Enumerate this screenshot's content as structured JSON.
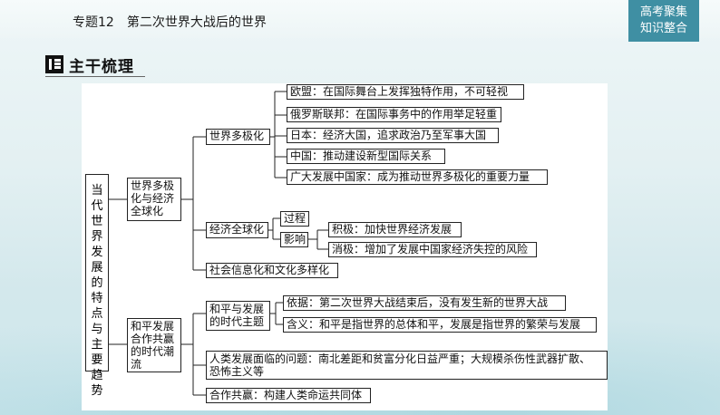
{
  "header": {
    "topic": "专题12　第二次世界大战后的世界",
    "badge_line1": "高考聚集",
    "badge_line2": "知识整合"
  },
  "section": {
    "title": "主干梳理"
  },
  "tree": {
    "root": [
      "当",
      "代",
      "世",
      "界",
      "发",
      "展",
      "的",
      "特",
      "点",
      "与",
      "主",
      "要",
      "趋",
      "势"
    ],
    "branch1": {
      "label_l1": "世界多极",
      "label_l2": "化与经济",
      "label_l3": "全球化",
      "multipolar": {
        "label": "世界多极化",
        "items": [
          "欧盟：在国际舞台上发挥独特作用，不可轻视",
          "俄罗斯联邦：在国际事务中的作用举足轻重",
          "日本：经济大国，追求政治乃至军事大国",
          "中国：推动建设新型国际关系",
          "广大发展中国家：成为推动世界多极化的重要力量"
        ]
      },
      "globalization": {
        "label": "经济全球化",
        "process": "过程",
        "impact": "影响",
        "positive": "积极：加快世界经济发展",
        "negative": "消极：增加了发展中国家经济失控的风险"
      },
      "informatization": "社会信息化和文化多样化"
    },
    "branch2": {
      "label_l1": "和平发展",
      "label_l2": "合作共赢",
      "label_l3": "的时代潮",
      "label_l4": "流",
      "theme": {
        "label_l1": "和平与发展",
        "label_l2": "的时代主题",
        "basis": "依据：第二次世界大战结束后，没有发生新的世界大战",
        "meaning": "含义：和平是指世界的总体和平，发展是指世界的繁荣与发展"
      },
      "problems_l1": "人类发展面临的问题：南北差距和贫富分化日益严重；大规模杀伤性武器扩散、",
      "problems_l2": "恐怖主义等",
      "cooperation": "合作共赢：构建人类命运共同体"
    }
  }
}
